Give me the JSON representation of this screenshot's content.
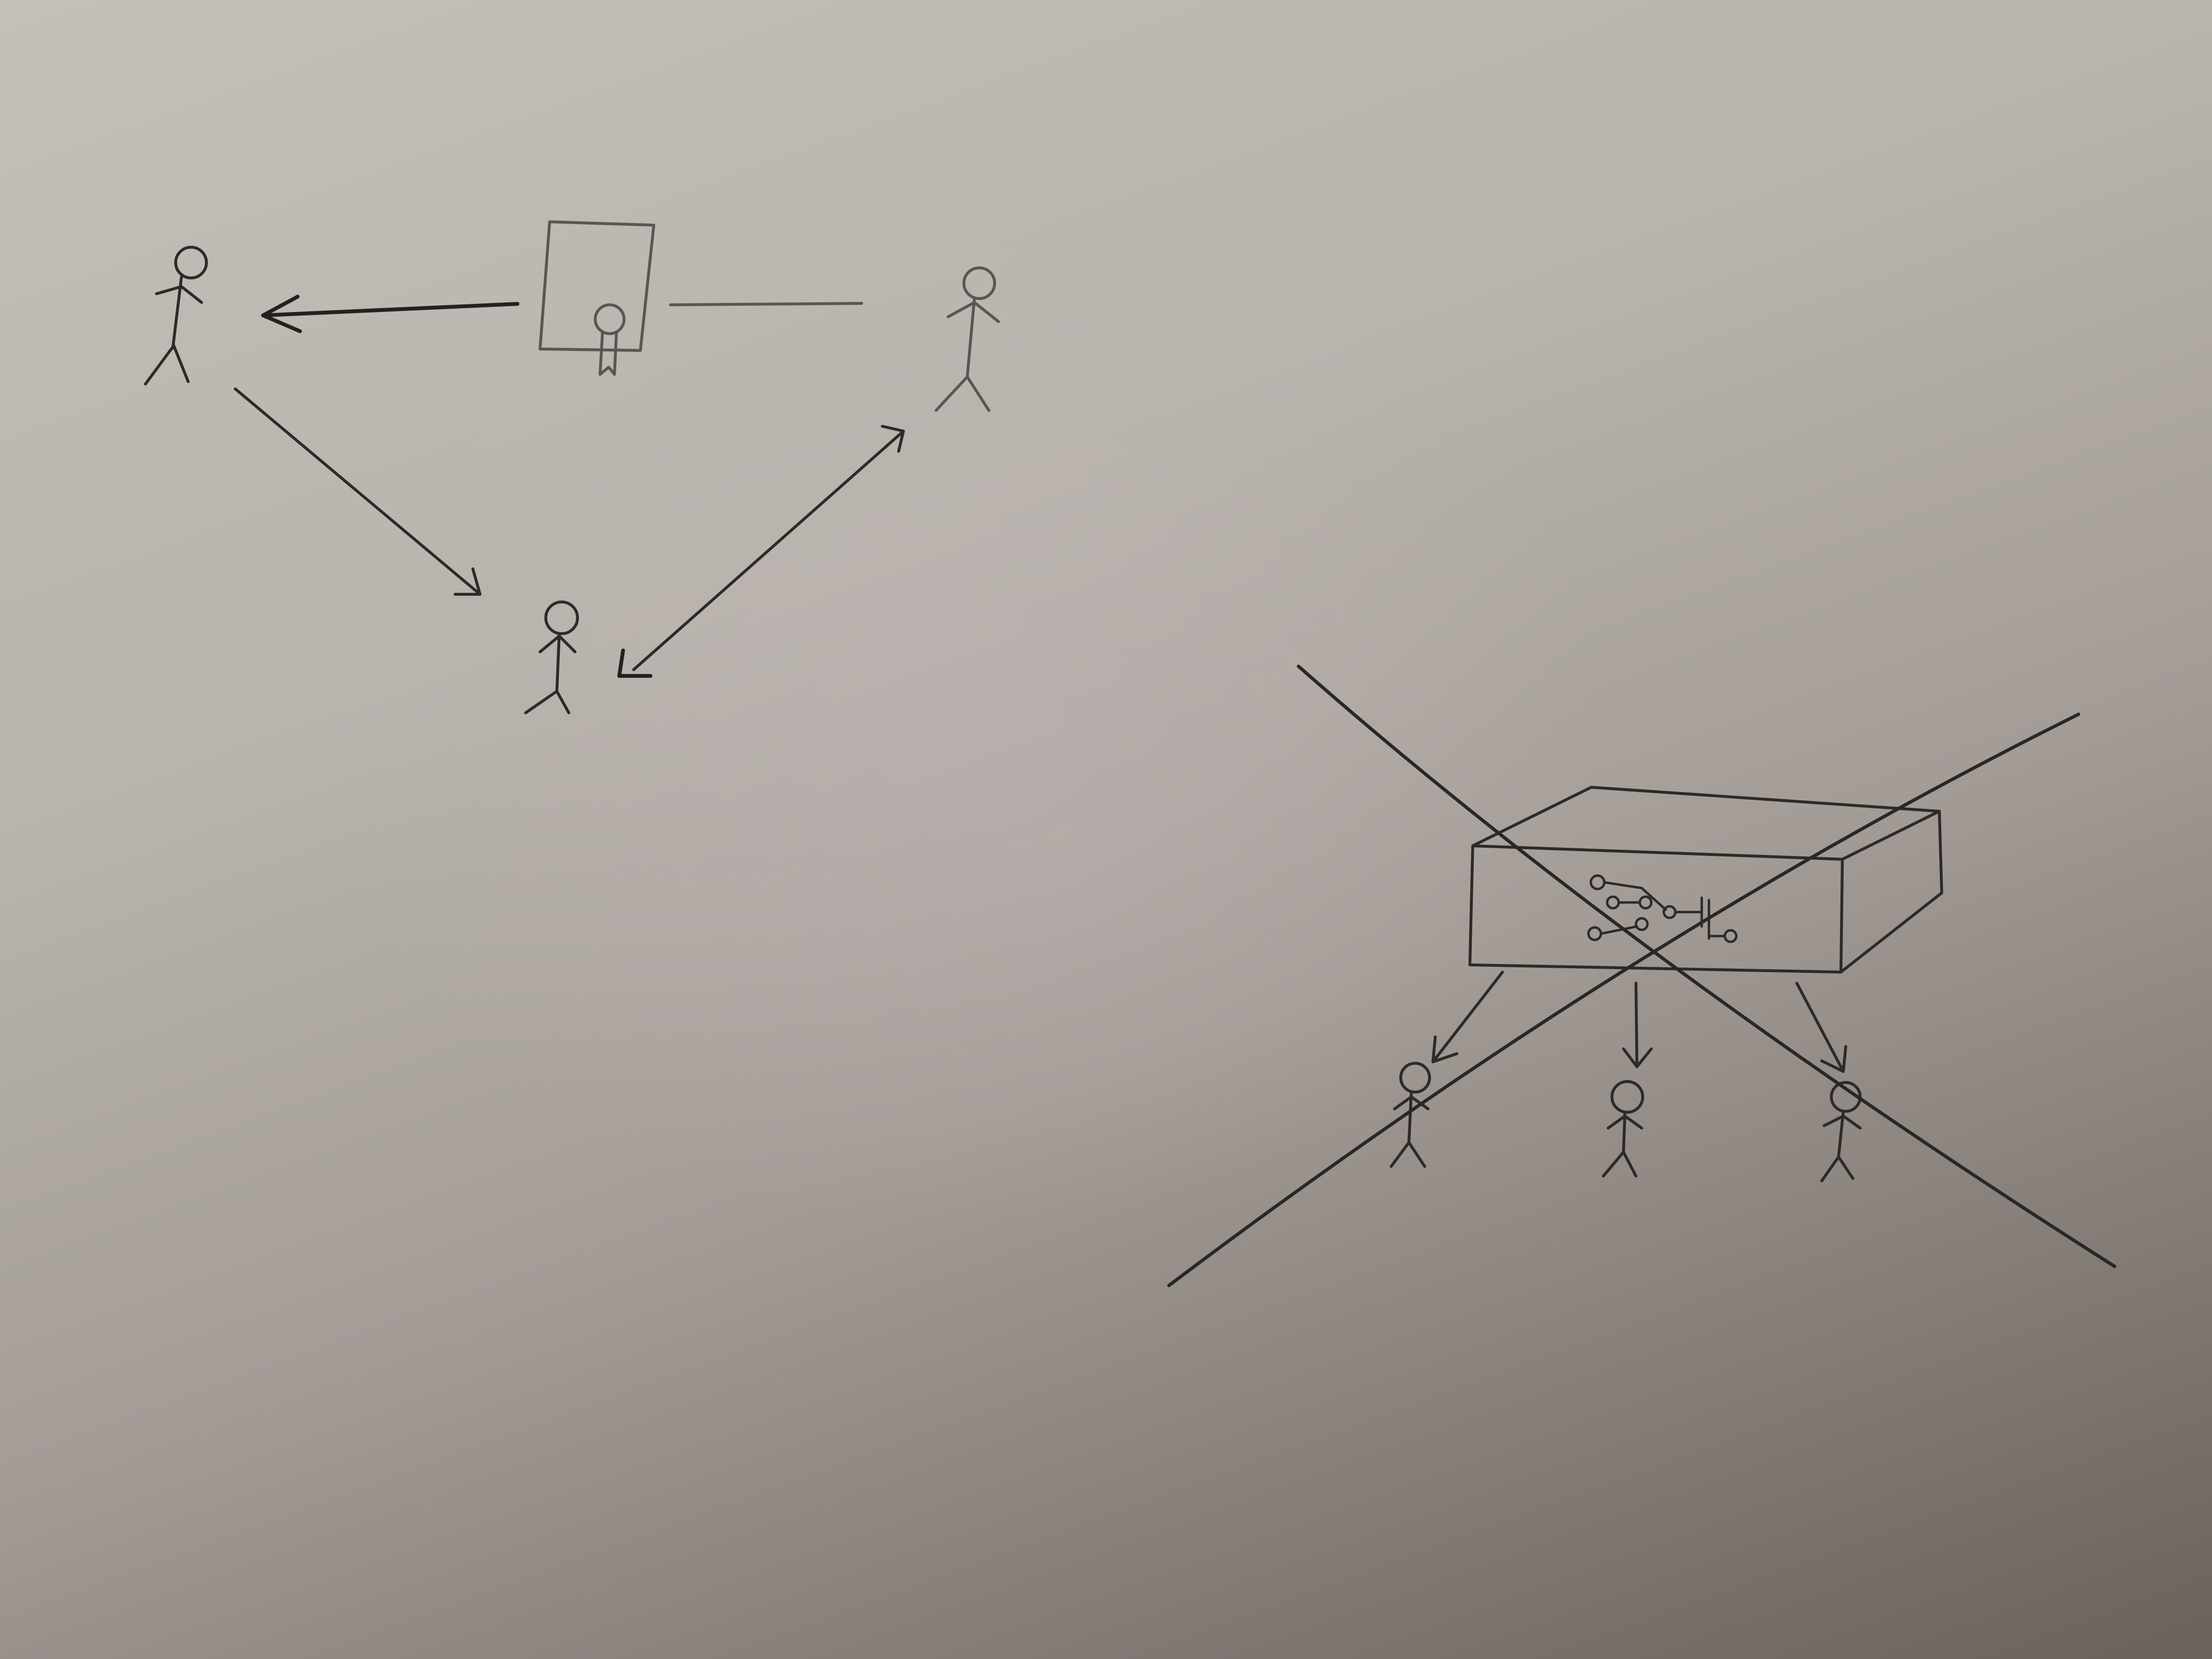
{
  "image_kind": "hand-drawn pencil sketch on paper, no visible text",
  "ink_color": "#2d2b29",
  "paper_color": "#b8b3ad",
  "diagram": {
    "top_left_scene": {
      "nodes": [
        "person-left",
        "certificate-document",
        "person-right",
        "person-bottom"
      ],
      "edges": [
        {
          "from": "certificate-document",
          "to": "person-left",
          "style": "arrow"
        },
        {
          "from": "person-right",
          "to": "certificate-document",
          "style": "line"
        },
        {
          "from": "person-left",
          "to": "person-bottom",
          "style": "arrow"
        },
        {
          "from": "person-bottom",
          "to": "person-right",
          "style": "double-arrow"
        }
      ]
    },
    "bottom_right_scene": {
      "nodes": [
        "central-server-box",
        "person-a",
        "person-b",
        "person-c"
      ],
      "edges": [
        {
          "from": "central-server-box",
          "to": "person-a",
          "style": "arrow"
        },
        {
          "from": "central-server-box",
          "to": "person-b",
          "style": "arrow"
        },
        {
          "from": "central-server-box",
          "to": "person-c",
          "style": "arrow"
        }
      ],
      "crossed_out": true
    }
  }
}
